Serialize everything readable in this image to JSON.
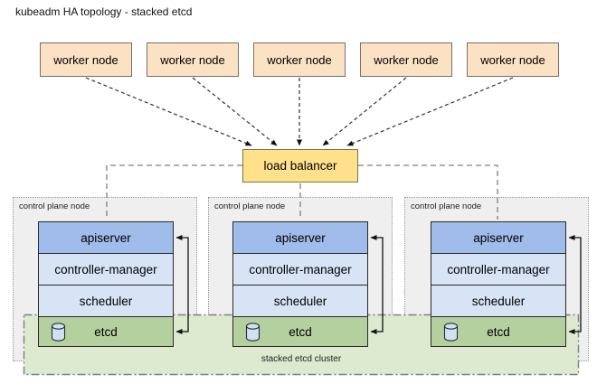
{
  "title": "kubeadm HA topology - stacked etcd",
  "worker_nodes": [
    {
      "label": "worker node"
    },
    {
      "label": "worker node"
    },
    {
      "label": "worker node"
    },
    {
      "label": "worker node"
    },
    {
      "label": "worker node"
    }
  ],
  "load_balancer": {
    "label": "load balancer"
  },
  "control_planes": [
    {
      "label": "control plane node",
      "components": [
        {
          "id": "apiserver",
          "label": "apiserver"
        },
        {
          "id": "controller-manager",
          "label": "controller-manager"
        },
        {
          "id": "scheduler",
          "label": "scheduler"
        },
        {
          "id": "etcd",
          "label": "etcd",
          "icon": "database-cylinder-icon"
        }
      ]
    },
    {
      "label": "control plane node",
      "components": [
        {
          "id": "apiserver",
          "label": "apiserver"
        },
        {
          "id": "controller-manager",
          "label": "controller-manager"
        },
        {
          "id": "scheduler",
          "label": "scheduler"
        },
        {
          "id": "etcd",
          "label": "etcd",
          "icon": "database-cylinder-icon"
        }
      ]
    },
    {
      "label": "control plane node",
      "components": [
        {
          "id": "apiserver",
          "label": "apiserver"
        },
        {
          "id": "controller-manager",
          "label": "controller-manager"
        },
        {
          "id": "scheduler",
          "label": "scheduler"
        },
        {
          "id": "etcd",
          "label": "etcd",
          "icon": "database-cylinder-icon"
        }
      ]
    }
  ],
  "etcd_cluster": {
    "label": "stacked etcd cluster"
  },
  "colors": {
    "worker_fill": "#fbe2c4",
    "load_balancer_fill": "#ffe18c",
    "control_plane_fill": "#efefef",
    "apiserver_fill": "#9fbceb",
    "component_fill": "#d7e4f5",
    "etcd_fill": "#b3d09e",
    "etcd_cluster_fill": "#ddeacf",
    "db_icon_fill": "#cfe2f3",
    "connector": "#333333",
    "dashed_connector": "#808080"
  }
}
